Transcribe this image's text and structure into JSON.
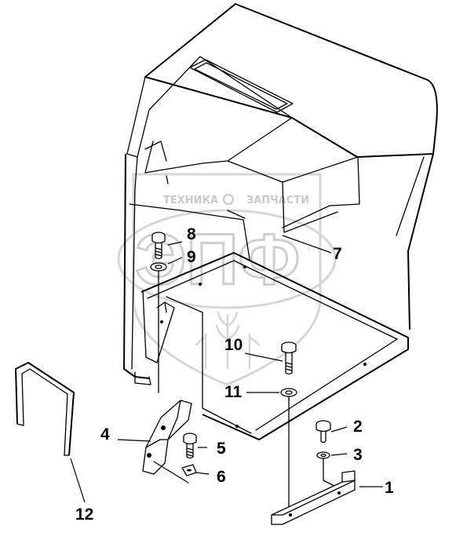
{
  "watermark": {
    "left_text": "ТЕХНИКА",
    "right_text": "ЗАПЧАСТИ",
    "logo_letters": "ЭПФ"
  },
  "callouts": [
    {
      "id": "1",
      "label": "1"
    },
    {
      "id": "2",
      "label": "2"
    },
    {
      "id": "3",
      "label": "3"
    },
    {
      "id": "4",
      "label": "4"
    },
    {
      "id": "5",
      "label": "5"
    },
    {
      "id": "6",
      "label": "6"
    },
    {
      "id": "7",
      "label": "7"
    },
    {
      "id": "8",
      "label": "8"
    },
    {
      "id": "9",
      "label": "9"
    },
    {
      "id": "10",
      "label": "10"
    },
    {
      "id": "11",
      "label": "11"
    },
    {
      "id": "12",
      "label": "12"
    }
  ]
}
